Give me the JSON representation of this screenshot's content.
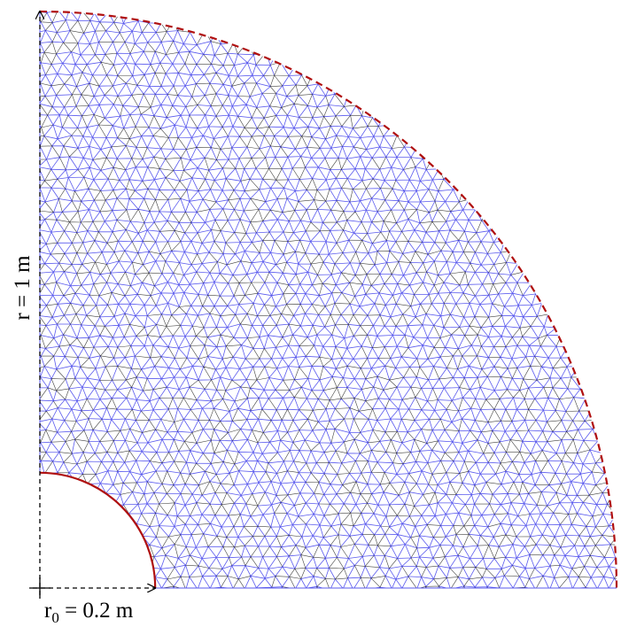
{
  "labels": {
    "outer_radius": "r = 1 m",
    "inner_radius_prefix": "r",
    "inner_radius_subscript": "0",
    "inner_radius_value": " = 0.2 m"
  },
  "geometry": {
    "inner_radius": 0.2,
    "outer_radius": 1.0,
    "mesh_spacing": 0.021
  },
  "colors": {
    "background": "#ffffff",
    "mesh_line": "#5a5aee",
    "mesh_line_dark": "#000000",
    "boundary": "#b01010",
    "dimension": "#000000"
  }
}
